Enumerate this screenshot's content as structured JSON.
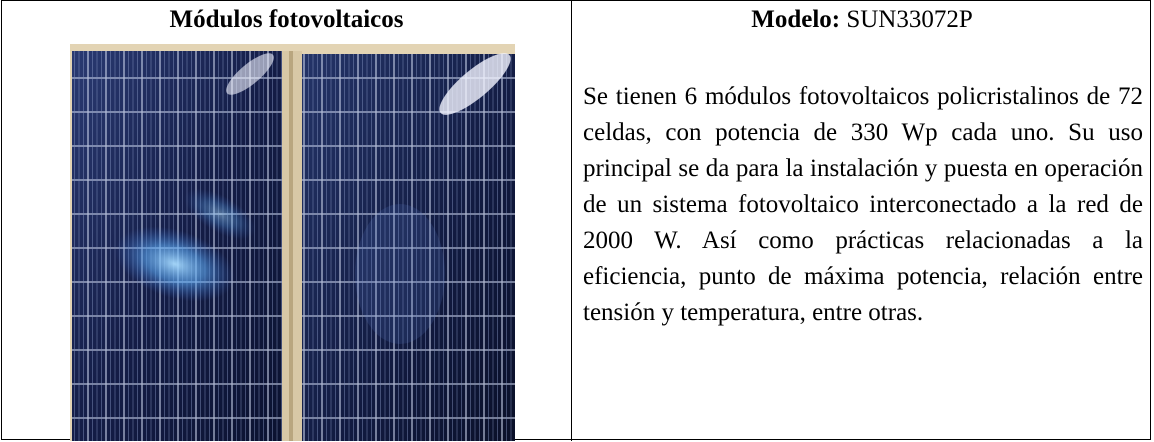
{
  "left_header": "Módulos fotovoltaicos",
  "right_header": {
    "label": "Modelo:",
    "value": "SUN33072P"
  },
  "description": "Se tienen 6 módulos fotovoltaicos policristalinos de 72 celdas, con potencia de 330 Wp cada uno. Su uso principal se da para la instalación y puesta en operación de un sistema fotovoltaico interconectado a la red de 2000 W. Así como prácticas relacionadas a la eficiencia, punto de máxima potencia, relación entre tensión y temperatura, entre otras.",
  "colors": {
    "panel_dark": "#0c1536",
    "panel_mid": "#1c2a5e",
    "cell_line": "#c9d2ea",
    "frame": "#d8c8a6",
    "reflection": "#7fc2ff"
  }
}
